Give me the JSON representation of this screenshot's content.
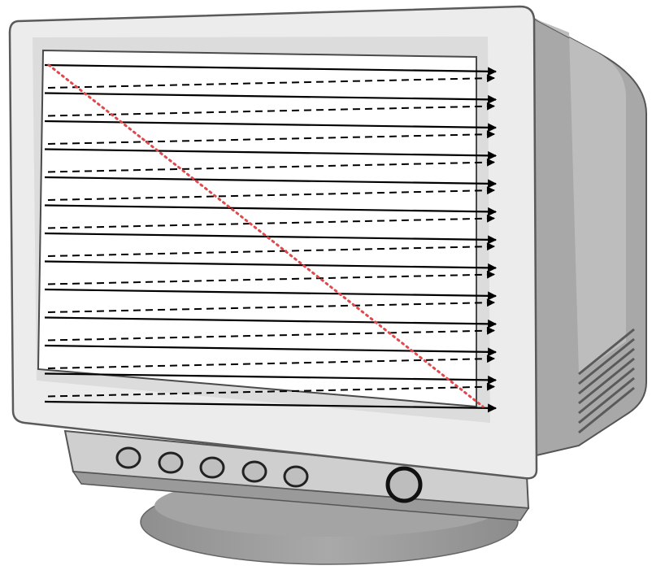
{
  "diagram": {
    "subject": "crt-raster-scan",
    "scan_line_count": 13,
    "retrace_line_count": 12,
    "front_panel_button_count": 5,
    "has_power_button": true,
    "arrow_style": "solid-scan-lines-with-dashed-retrace",
    "diagonal_trace": "red-dotted"
  },
  "colors": {
    "bezel": "#ececec",
    "bezel_edge": "#5a5a5a",
    "body_side": "#b3b3b3",
    "body_dark": "#6e6e6e",
    "screen": "#ffffff",
    "scan_line": "#000000",
    "retrace_line": "#000000",
    "vertical_trace": "#e0484c",
    "base": "#9d9d9d",
    "panel": "#cfcfcf"
  }
}
